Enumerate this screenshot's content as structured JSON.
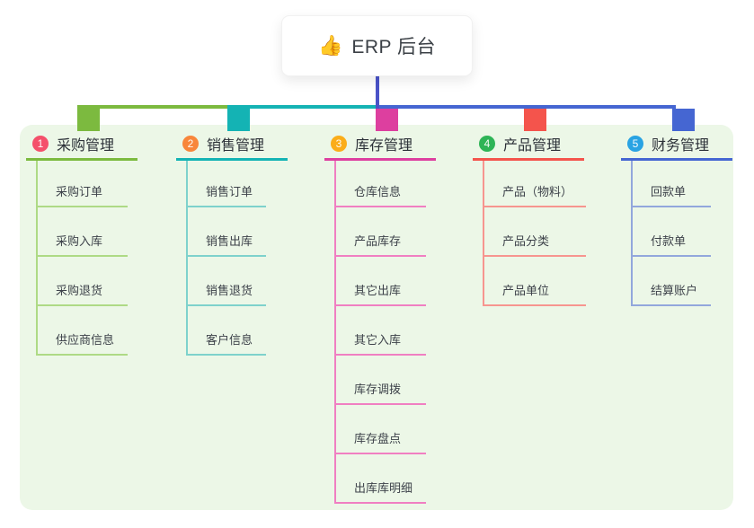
{
  "root": {
    "emoji": "👍",
    "title": "ERP 后台"
  },
  "colors": {
    "panel_bg": "#ecf7e7",
    "root_line": "#4a53c8",
    "card_bg": "#ffffff",
    "root_text": "#3b4046",
    "header_text": "#2c3138",
    "item_text": "#3d424a"
  },
  "branches": [
    {
      "key": "purchase",
      "index": "1",
      "title": "采购管理",
      "badge_color": "#f4506b",
      "line_color": "#7cba3f",
      "light_color": "#aeda85",
      "items": [
        "采购订单",
        "采购入库",
        "采购退货",
        "供应商信息"
      ]
    },
    {
      "key": "sales",
      "index": "2",
      "title": "销售管理",
      "badge_color": "#f8863b",
      "line_color": "#14b3b4",
      "light_color": "#7ed2cc",
      "items": [
        "销售订单",
        "销售出库",
        "销售退货",
        "客户信息"
      ]
    },
    {
      "key": "inventory",
      "index": "3",
      "title": "库存管理",
      "badge_color": "#fbad19",
      "line_color": "#dd3f9f",
      "light_color": "#f07fc2",
      "items": [
        "仓库信息",
        "产品库存",
        "其它出库",
        "其它入库",
        "库存调拨",
        "库存盘点",
        "出库库明细"
      ]
    },
    {
      "key": "product",
      "index": "4",
      "title": "产品管理",
      "badge_color": "#2eb456",
      "line_color": "#f4544c",
      "light_color": "#f7958f",
      "items": [
        "产品（物料）",
        "产品分类",
        "产品单位"
      ]
    },
    {
      "key": "finance",
      "index": "5",
      "title": "财务管理",
      "badge_color": "#29a3e3",
      "line_color": "#4566d2",
      "light_color": "#92a7dc",
      "items": [
        "回款单",
        "付款单",
        "结算账户"
      ]
    }
  ]
}
